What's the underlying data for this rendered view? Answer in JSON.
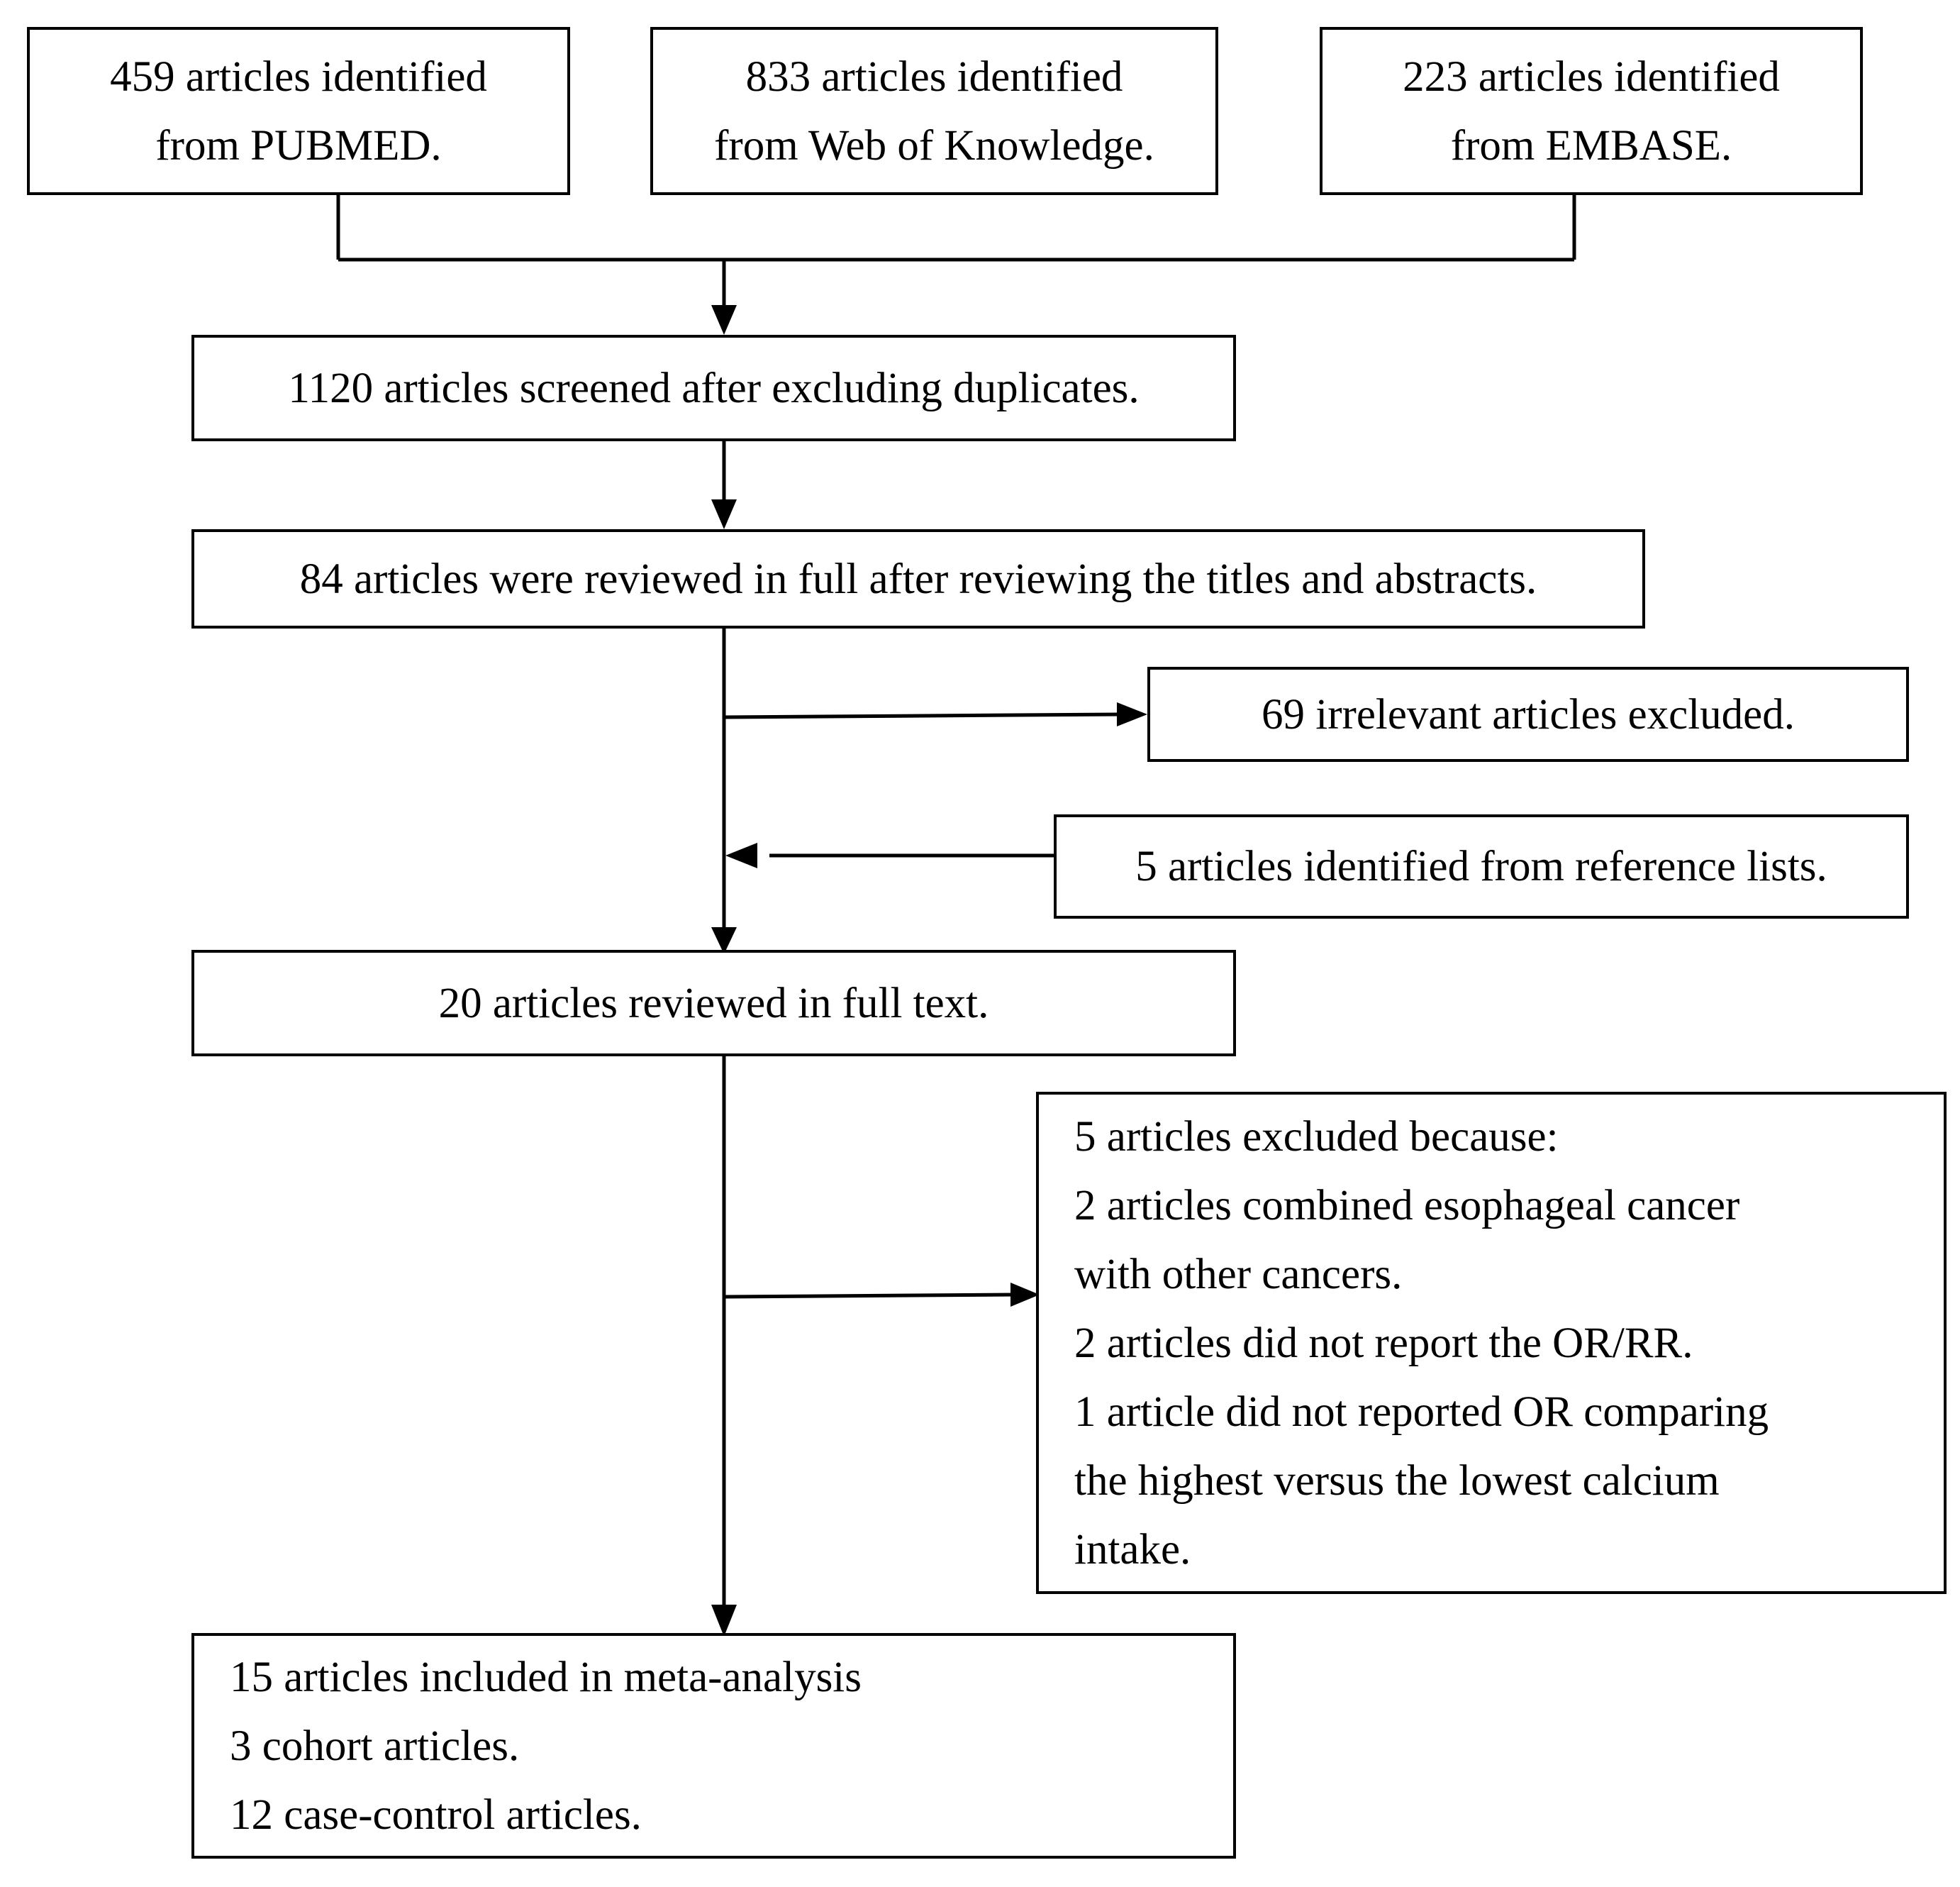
{
  "sources": {
    "pubmed": [
      "459 articles identified",
      "from PUBMED."
    ],
    "wok": [
      "833 articles identified",
      "from Web of Knowledge."
    ],
    "embase": [
      "223 articles identified",
      "from EMBASE."
    ]
  },
  "screened": "1120 articles screened after excluding duplicates.",
  "reviewed_full": "84 articles were reviewed in full after reviewing the titles and abstracts.",
  "irrelevant_excluded": "69 irrelevant articles excluded.",
  "reference_lists": "5 articles identified from reference lists.",
  "full_text": "20 articles reviewed in full text.",
  "excluded": [
    "5 articles excluded because:",
    "2 articles combined esophageal cancer",
    "with other cancers.",
    "2 articles did not report the OR/RR.",
    "1 article did not reported OR comparing",
    "the highest versus the lowest calcium",
    "intake."
  ],
  "included": [
    "15 articles included in meta-analysis",
    "3 cohort articles.",
    "12 case-control articles."
  ]
}
